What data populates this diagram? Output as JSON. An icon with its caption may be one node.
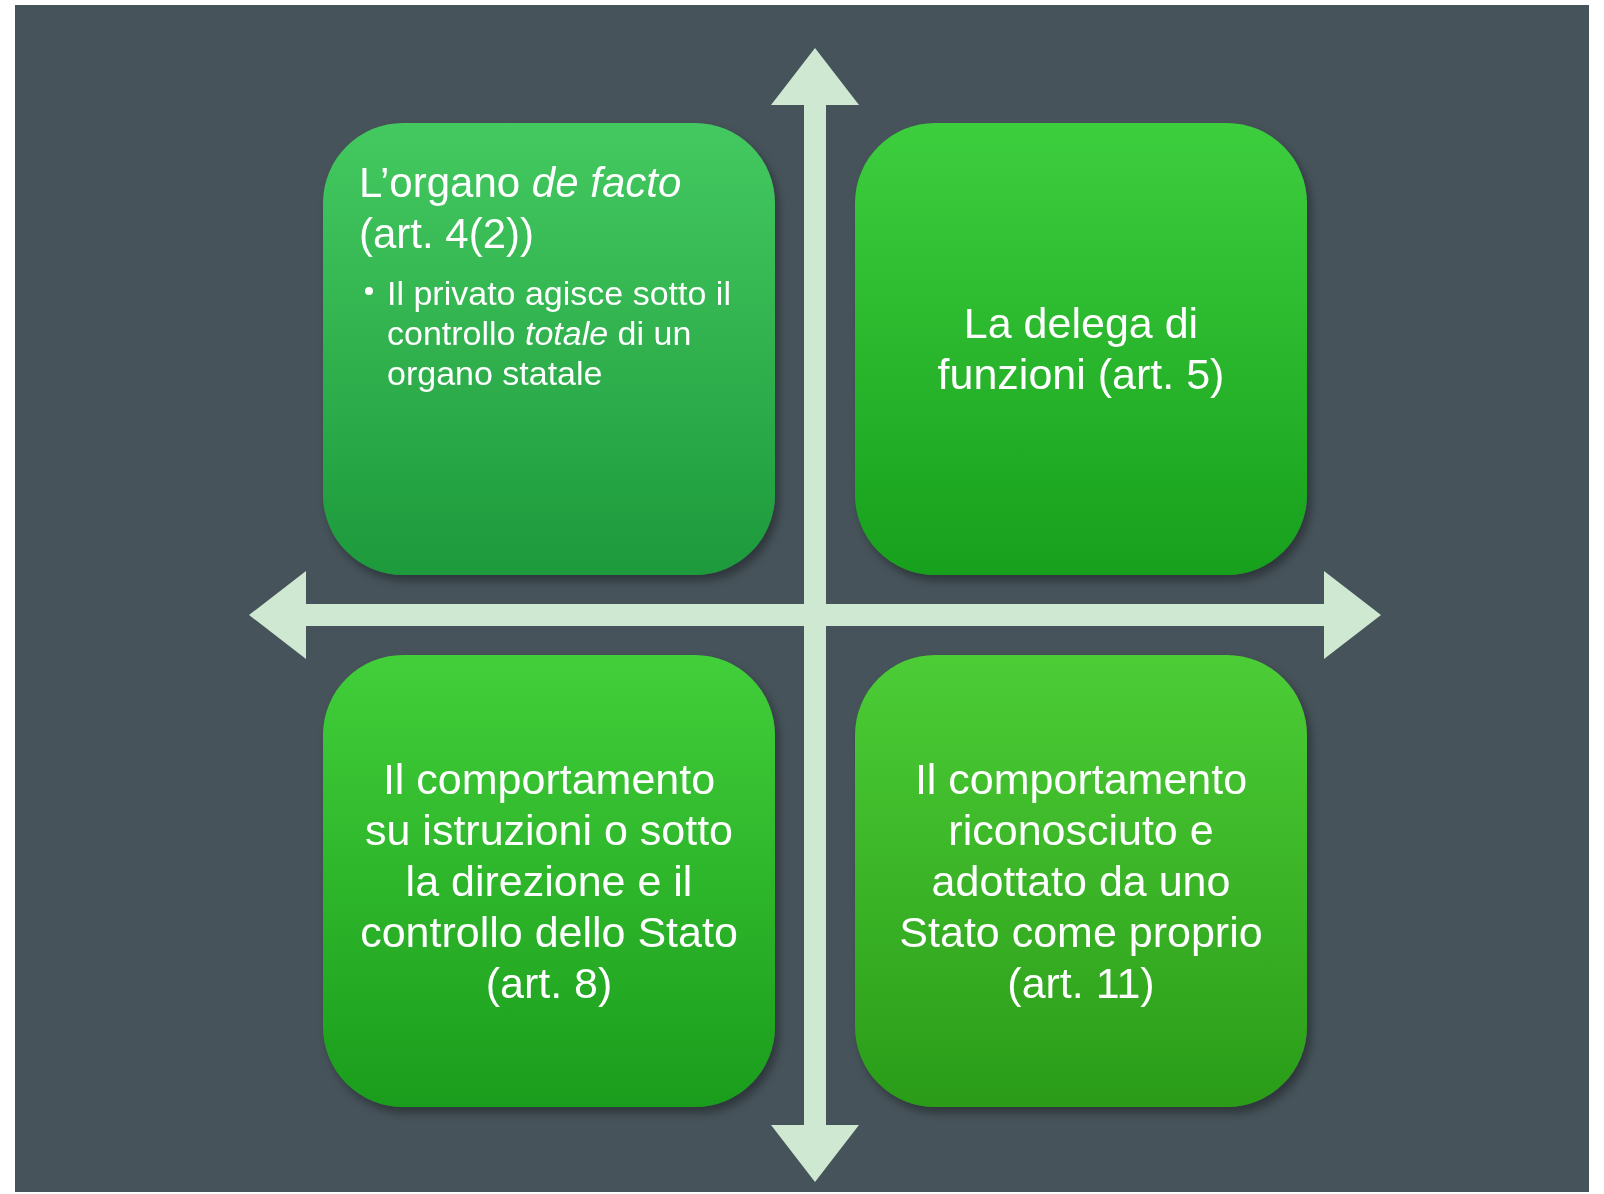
{
  "diagram": {
    "nodes": [
      {
        "text": [
          "L’organo *de facto* (art. 4(2))",
          "Il privato agisce sotto il controllo *totale* di un organo statale"
        ]
      },
      {
        "text": [
          "La delega di funzioni (art. 5)"
        ]
      },
      {
        "text": [
          "Il comportamento su istruzioni o sotto la direzione e il controllo dello Stato (art. 8)"
        ]
      },
      {
        "text": [
          "Il comportamento riconosciuto e adottato da uno Stato come proprio (art. 11)"
        ]
      }
    ]
  }
}
